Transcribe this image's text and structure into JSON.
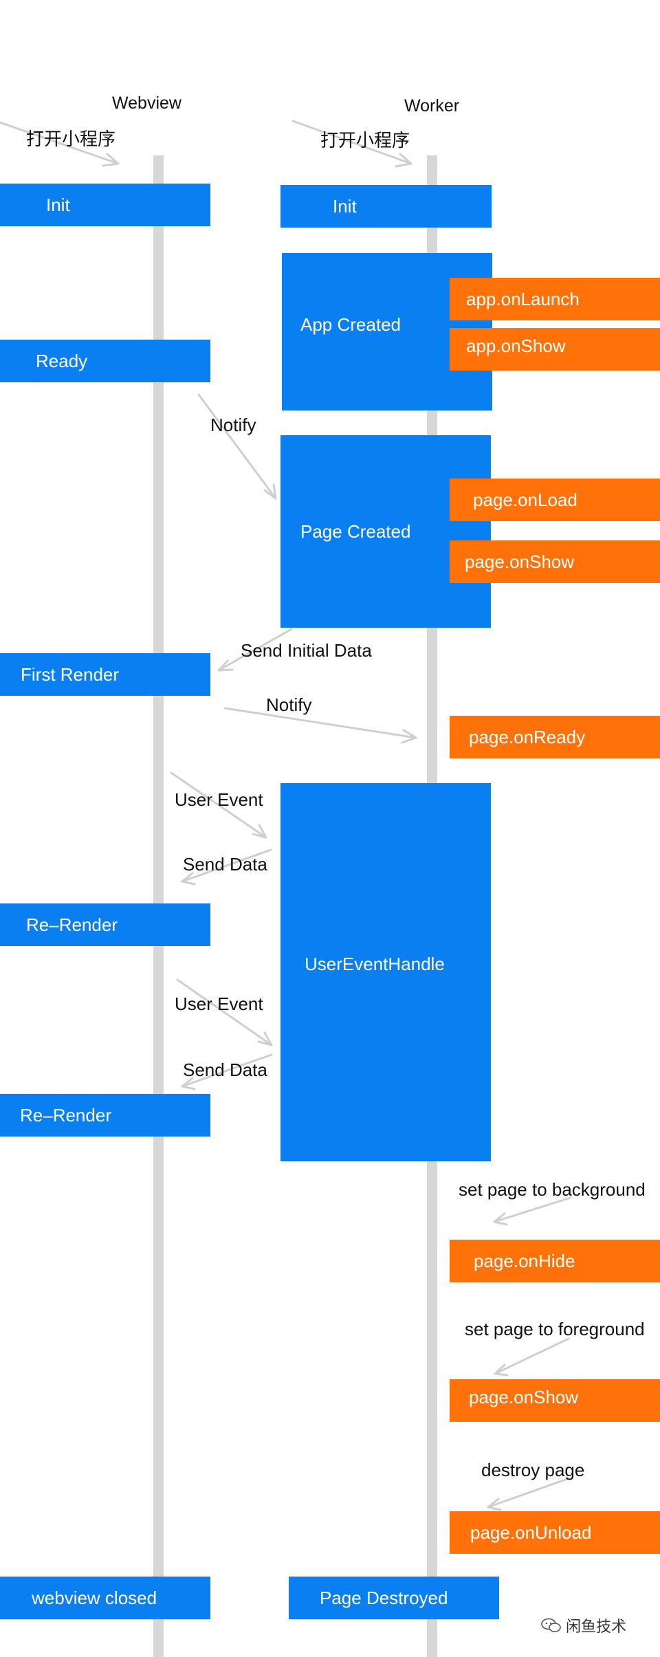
{
  "lanes": {
    "webview": "Webview",
    "worker": "Worker"
  },
  "webview": {
    "open": "打开小程序",
    "init": "Init",
    "ready": "Ready",
    "first_render": "First Render",
    "re_render_1": "Re–Render",
    "re_render_2": "Re–Render",
    "closed": "webview closed"
  },
  "worker": {
    "open": "打开小程序",
    "init": "Init",
    "app_created": "App Created",
    "page_created": "Page Created",
    "user_event_handle": "UserEventHandle",
    "page_destroyed": "Page Destroyed"
  },
  "hooks": {
    "app_on_launch": "app.onLaunch",
    "app_on_show": "app.onShow",
    "page_on_load": "page.onLoad",
    "page_on_show_1": "page.onShow",
    "page_on_ready": "page.onReady",
    "page_on_hide": "page.onHide",
    "page_on_show_2": "page.onShow",
    "page_on_unload": "page.onUnload"
  },
  "messages": {
    "notify_1": "Notify",
    "send_initial_data": "Send Initial Data",
    "notify_2": "Notify",
    "user_event_1": "User Event",
    "send_data_1": "Send Data",
    "user_event_2": "User Event",
    "send_data_2": "Send Data",
    "set_background": "set page to background",
    "set_foreground": "set page to foreground",
    "destroy_page": "destroy page"
  },
  "watermark": "闲鱼技术",
  "colors": {
    "process": "#0a7ff2",
    "hook": "#ff720a",
    "lifeline": "#d7d7d7",
    "arrow": "#cfcfcf"
  }
}
